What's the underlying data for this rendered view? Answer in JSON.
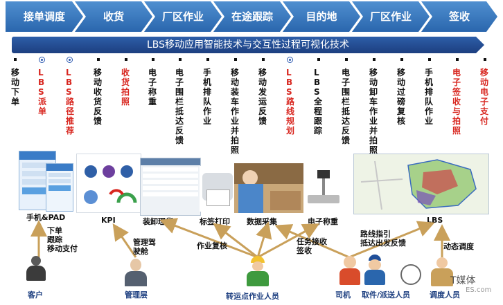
{
  "process_steps": [
    "接单调度",
    "收货",
    "厂区作业",
    "在途跟踪",
    "目的地",
    "厂区作业",
    "签收"
  ],
  "banner": "LBS移动应用智能技术与交互性过程可视化技术",
  "functions": [
    {
      "label": "移动下单",
      "red": false
    },
    {
      "label": "LBS派单",
      "red": true
    },
    {
      "label": "LBS路径推荐",
      "red": true
    },
    {
      "label": "移动收货反馈",
      "red": false
    },
    {
      "label": "收货拍照",
      "red": true
    },
    {
      "label": "电子称重",
      "red": false
    },
    {
      "label": "电子围栏抵达反馈",
      "red": false
    },
    {
      "label": "手机排队作业",
      "red": false
    },
    {
      "label": "移动装车作业并拍照",
      "red": false
    },
    {
      "label": "移动发运反馈",
      "red": false
    },
    {
      "label": "LBS路线规划",
      "red": true
    },
    {
      "label": "LBS全程跟踪",
      "red": false
    },
    {
      "label": "电子围栏抵达反馈",
      "red": false
    },
    {
      "label": "移动卸车作业并拍照",
      "red": false
    },
    {
      "label": "移动过磅复核",
      "red": false
    },
    {
      "label": "手机排队作业",
      "red": false
    },
    {
      "label": "电子签收与拍照",
      "red": true
    },
    {
      "label": "移动电子支付",
      "red": true
    }
  ],
  "systems": {
    "phone": "手机&PAD",
    "kpi": "KPI",
    "loading": "装卸理货",
    "label_print": "标签打印",
    "data_collect": "数据采集",
    "scale": "电子称重",
    "lbs": "LBS"
  },
  "flows": {
    "customer": "下单\n跟踪\n移动支付",
    "manager": "管理驾\n驶舱",
    "worker": "作业复核",
    "task": "任务接收\n签收",
    "route": "路线指引\n抵达出发反馈",
    "dispatch": "动态调度"
  },
  "roles": {
    "customer": "客户",
    "manager": "管理层",
    "worker": "转运点作业人员",
    "driver": "司机",
    "courier": "取件/派送人员",
    "dispatcher": "调度人员"
  },
  "watermark": "T媒体",
  "watermark_url": "ES.com",
  "colors": {
    "accent": "#2a66ad",
    "red": "#d8261f",
    "banner": "#1d3f80"
  }
}
